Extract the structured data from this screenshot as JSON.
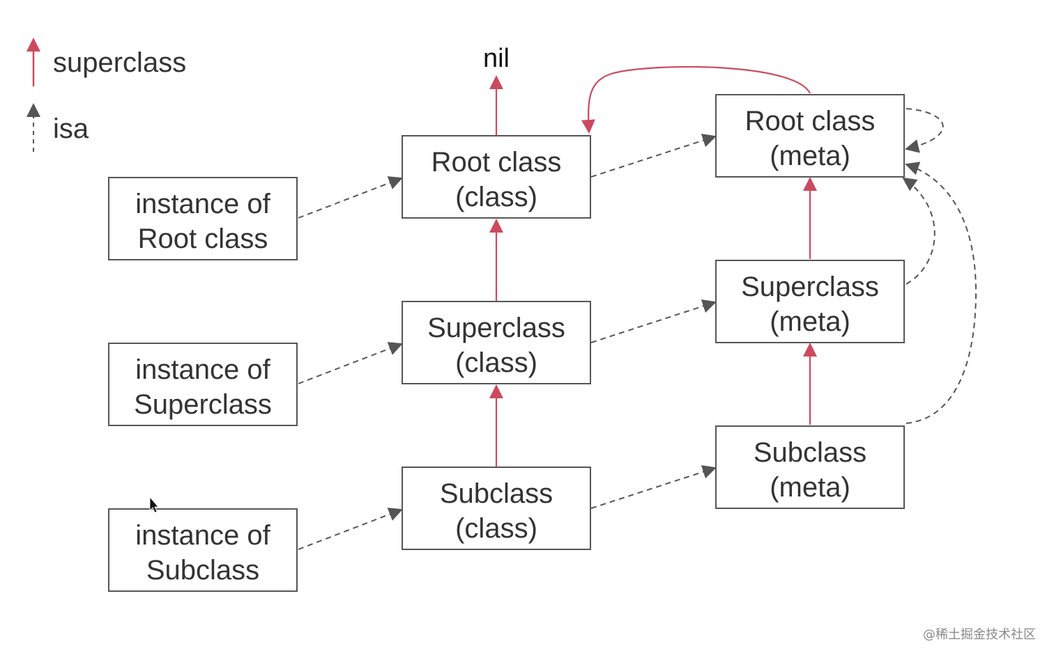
{
  "legend": {
    "superclass_label": "superclass",
    "isa_label": "isa"
  },
  "nil_label": "nil",
  "nodes": {
    "instance_root": [
      "instance of",
      "Root class"
    ],
    "instance_super": [
      "instance of",
      "Superclass"
    ],
    "instance_sub": [
      "instance of",
      "Subclass"
    ],
    "class_root": [
      "Root class",
      "(class)"
    ],
    "class_super": [
      "Superclass",
      "(class)"
    ],
    "class_sub": [
      "Subclass",
      "(class)"
    ],
    "meta_root": [
      "Root class",
      "(meta)"
    ],
    "meta_super": [
      "Superclass",
      "(meta)"
    ],
    "meta_sub": [
      "Subclass",
      "(meta)"
    ]
  },
  "edges": {
    "superclass": [
      [
        "class_sub",
        "class_super"
      ],
      [
        "class_super",
        "class_root"
      ],
      [
        "class_root",
        "nil"
      ],
      [
        "meta_sub",
        "meta_super"
      ],
      [
        "meta_super",
        "meta_root"
      ],
      [
        "meta_root",
        "class_root"
      ]
    ],
    "isa": [
      [
        "instance_root",
        "class_root"
      ],
      [
        "instance_super",
        "class_super"
      ],
      [
        "instance_sub",
        "class_sub"
      ],
      [
        "class_root",
        "meta_root"
      ],
      [
        "class_super",
        "meta_super"
      ],
      [
        "class_sub",
        "meta_sub"
      ],
      [
        "meta_root",
        "meta_root"
      ],
      [
        "meta_super",
        "meta_root"
      ],
      [
        "meta_sub",
        "meta_root"
      ]
    ]
  },
  "colors": {
    "superclass_arrow": "#cc4a5e",
    "isa_arrow": "#555555"
  },
  "watermark": "@稀土掘金技术社区"
}
